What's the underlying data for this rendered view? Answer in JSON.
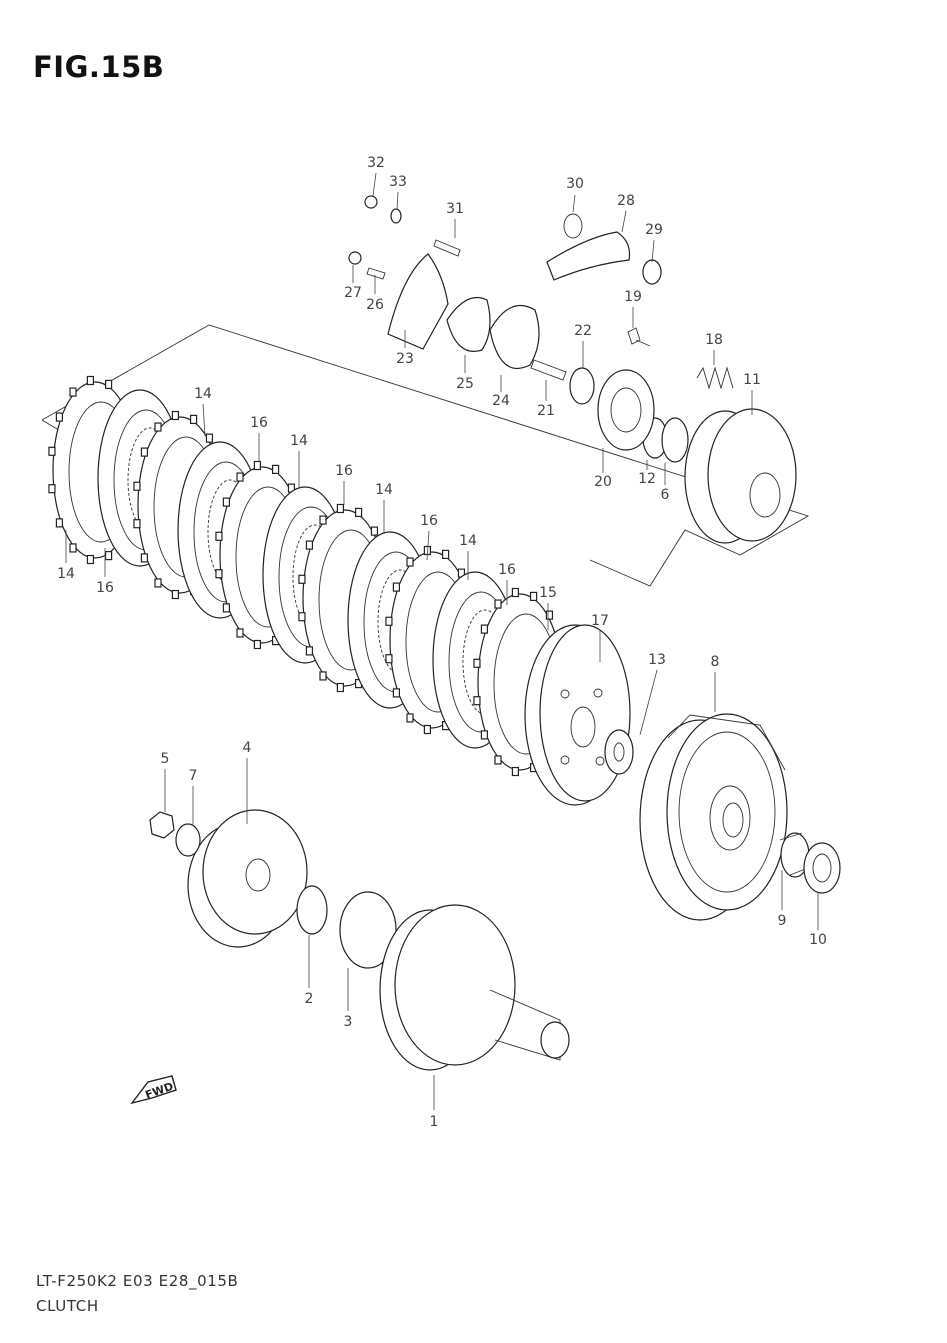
{
  "figure": {
    "title": "FIG.15B",
    "model_code": "LT-F250K2 E03 E28_015B",
    "section_name": "CLUTCH",
    "fwd_label": "FWD"
  },
  "callouts": [
    "1",
    "2",
    "3",
    "4",
    "5",
    "6",
    "7",
    "8",
    "9",
    "10",
    "11",
    "12",
    "13",
    "14",
    "15",
    "16",
    "17",
    "18",
    "19",
    "20",
    "21",
    "22",
    "23",
    "24",
    "25",
    "26",
    "27",
    "28",
    "29",
    "30",
    "31",
    "32",
    "33"
  ]
}
